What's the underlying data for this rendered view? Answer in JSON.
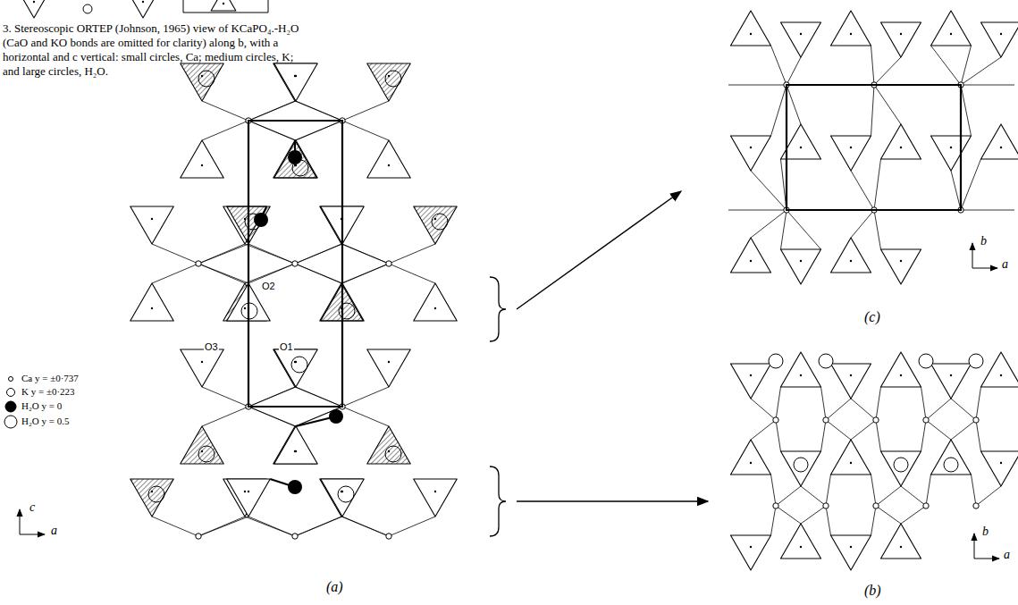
{
  "diagram": {
    "caption": "3. Stereoscopic ORTEP (Johnson, 1965) view of KCaPO₄.-H₂O (CaO and KO bonds are omitted for clarity) along b, with a horizontal and c vertical: small circles, Ca; medium circles, K; and large circles, H₂O.",
    "labels": [
      "O2",
      "O3",
      "O1",
      "c",
      "a",
      "(a)",
      "b",
      "a",
      "(c)",
      "b",
      "a",
      "(b)"
    ],
    "legend": [
      {
        "text": "Ca y = ±0·737"
      },
      {
        "text": "K y = ±0·223"
      },
      {
        "text": "H₂O y = 0"
      },
      {
        "text": "H₂O y = 0.5"
      }
    ]
  }
}
